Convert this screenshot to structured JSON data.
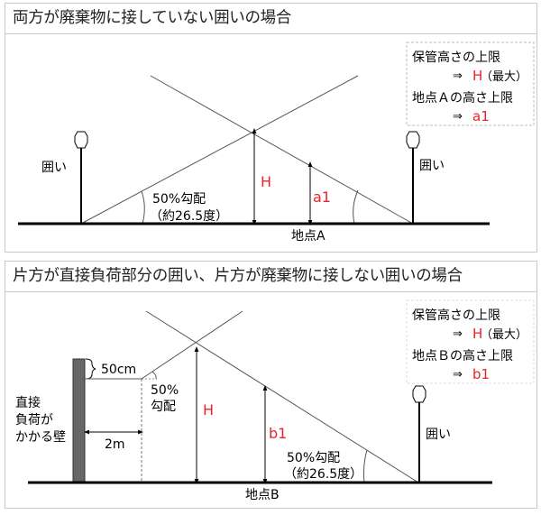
{
  "panel_a": {
    "title": "両方が廃棄物に接していない囲いの場合",
    "legend": {
      "line1": "保管高さの上限",
      "line2_arrow": "⇒",
      "line2_value": "H",
      "line2_suffix": "（最大）",
      "line3": "地点Ａの高さ上限",
      "line4_arrow": "⇒",
      "line4_value": "a1"
    },
    "left_fence_label": "囲い",
    "right_fence_label": "囲い",
    "slope_label_1": "50%勾配",
    "slope_label_2": "（約26.5度）",
    "height_label": "H",
    "point_height_label": "a1",
    "point_label": "地点A"
  },
  "panel_b": {
    "title": "片方が直接負荷部分の囲い、片方が廃棄物に接しない囲いの場合",
    "legend": {
      "line1": "保管高さの上限",
      "line2_arrow": "⇒",
      "line2_value": "H",
      "line2_suffix": "（最大）",
      "line3": "地点Ｂの高さ上限",
      "line4_arrow": "⇒",
      "line4_value": "b1"
    },
    "wall_label_1": "直接",
    "wall_label_2": "負荷が",
    "wall_label_3": "かかる壁",
    "offset_label": "50cm",
    "distance_label": "2m",
    "small_slope_label_1": "50%",
    "small_slope_label_2": "勾配",
    "height_label": "H",
    "point_height_label": "b1",
    "slope_label_1": "50%勾配",
    "slope_label_2": "（約26.5度）",
    "right_fence_label": "囲い",
    "point_label": "地点B"
  },
  "colors": {
    "accent_red": "#e8232a",
    "line": "#555555",
    "ground": "#000000",
    "wall": "#666666",
    "border": "#c8c8c8",
    "legend_border": "#bbbbbb"
  }
}
